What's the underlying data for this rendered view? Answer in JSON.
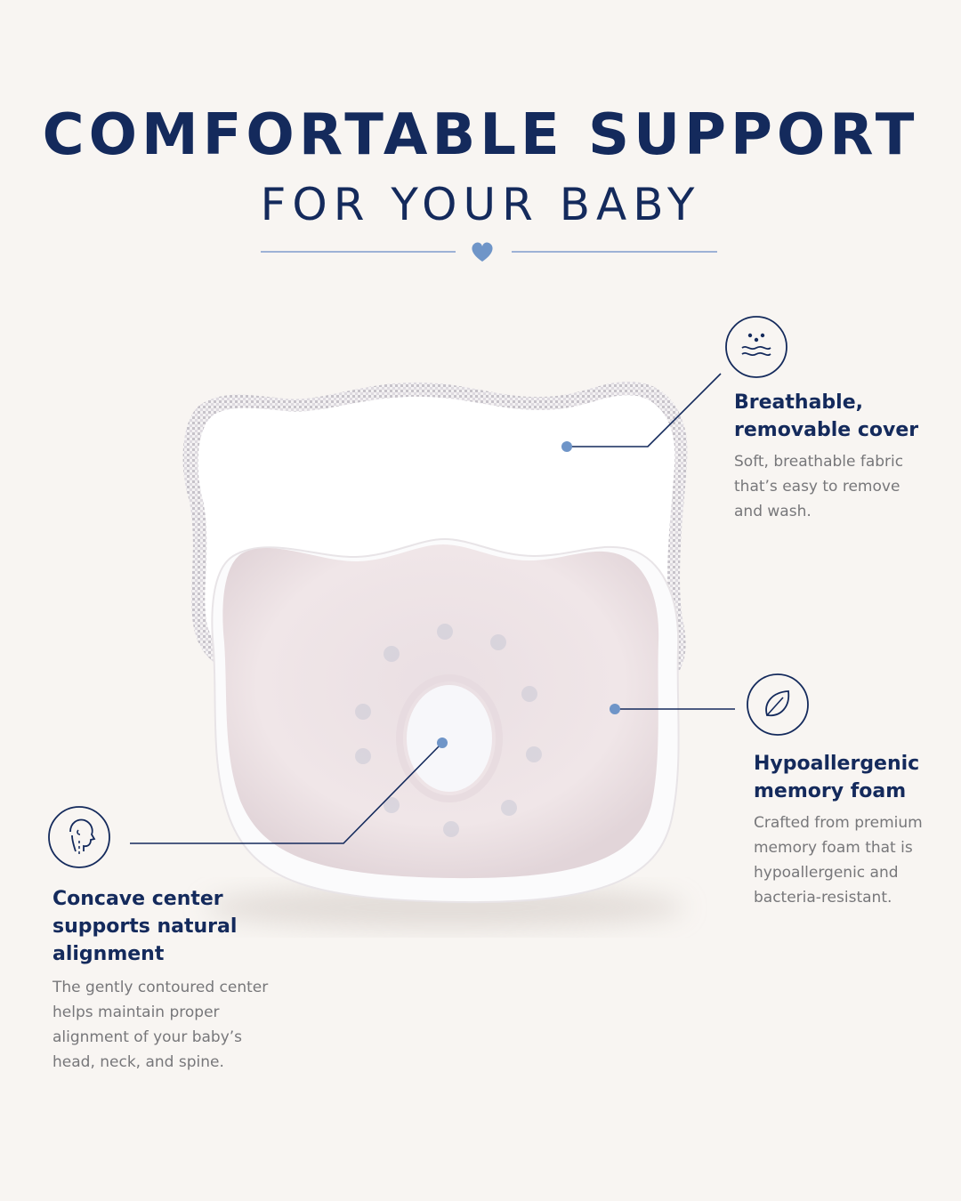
{
  "header": {
    "title": "COMFORTABLE SUPPORT",
    "subtitle": "FOR YOUR BABY"
  },
  "colors": {
    "navy": "#142a5c",
    "accent_blue": "#6f95c8",
    "background": "#f8f5f2",
    "body_text": "#77777a"
  },
  "features": [
    {
      "icon": "breathable-fabric-icon",
      "title": "Breathable,\nremovable cover",
      "description": "Soft, breathable fabric\nthat’s easy to remove\nand wash."
    },
    {
      "icon": "leaf-icon",
      "title": "Hypoallergenic\nmemory foam",
      "description": "Crafted from premium\nmemory foam that is\nhypoallergenic and\nbacteria-resistant."
    },
    {
      "icon": "head-neck-spine-icon",
      "title": "Concave center\nsupports natural\nalignment",
      "description": "The gently contoured center\nhelps maintain proper\nalignment of your baby’s\nhead, neck, and spine."
    }
  ]
}
